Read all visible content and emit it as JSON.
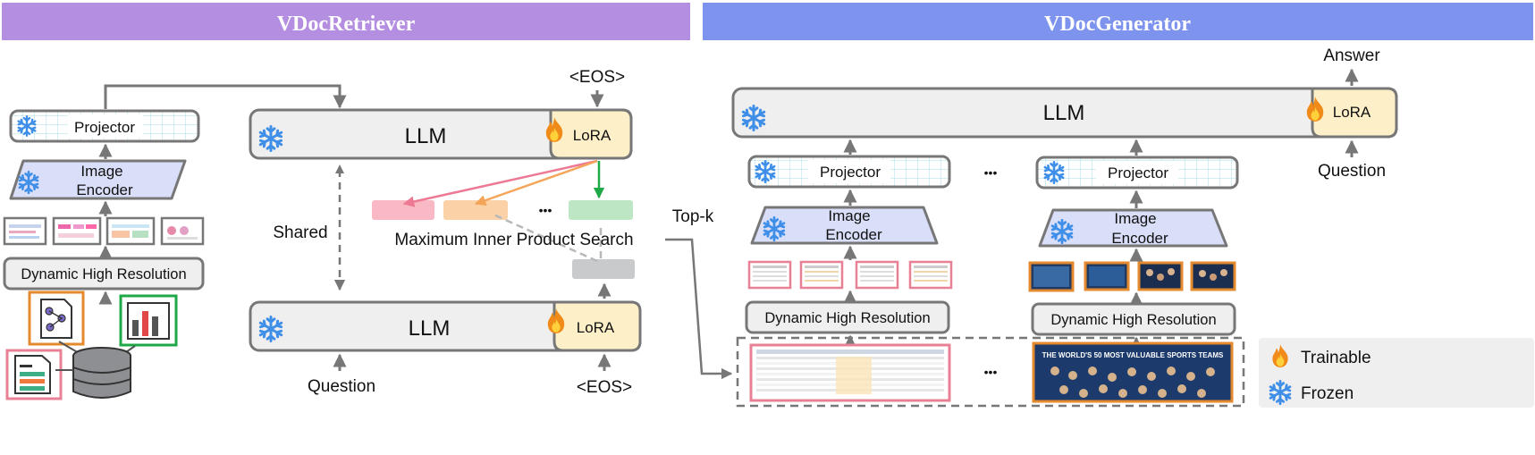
{
  "retriever": {
    "title": "VDocRetriever",
    "projector_label": "Projector",
    "image_encoder_line1": "Image",
    "image_encoder_line2": "Encoder",
    "dynamic_high_resolution": "Dynamic High Resolution",
    "llm_top_label": "LLM",
    "llm_bottom_label": "LLM",
    "lora_top_label": "LoRA",
    "lora_bottom_label": "LoRA",
    "eos_top": "<EOS>",
    "eos_bottom": "<EOS>",
    "question": "Question",
    "shared": "Shared",
    "mips": "Maximum Inner Product Search",
    "ellipsis": "•••",
    "top_k": "Top-k"
  },
  "generator": {
    "title": "VDocGenerator",
    "llm_label": "LLM",
    "lora_label": "LoRA",
    "answer": "Answer",
    "question": "Question",
    "left_projector": "Projector",
    "right_projector": "Projector",
    "left_encoder_line1": "Image",
    "left_encoder_line2": "Encoder",
    "right_encoder_line1": "Image",
    "right_encoder_line2": "Encoder",
    "left_dhr": "Dynamic High Resolution",
    "right_dhr": "Dynamic High Resolution",
    "ellipsis_mid": "•••",
    "ellipsis_docs": "•••",
    "doc_poster_caption": "THE WORLD'S 50 MOST VALUABLE SPORTS TEAMS"
  },
  "legend": {
    "trainable": "Trainable",
    "frozen": "Frozen"
  },
  "colors": {
    "retriever_bar": "#b48ee0",
    "generator_bar": "#7e93ee",
    "module_fill": "#efefef",
    "module_stroke": "#777777",
    "lora_fill": "#fdf0c8",
    "encoder_fill": "#d9def9",
    "grid_line": "#b7e4ec",
    "snowflake": "#3f8fe8",
    "flame_outer": "#f08a18",
    "flame_inner": "#ffd23c",
    "pink_frame": "#e88096",
    "orange_frame": "#e48a2e",
    "green_frame": "#1fa847",
    "emb_pink": "#f8b9c4",
    "emb_orange": "#fbd1a8",
    "emb_green": "#bde6c4",
    "emb_gray": "#c9cacc"
  }
}
